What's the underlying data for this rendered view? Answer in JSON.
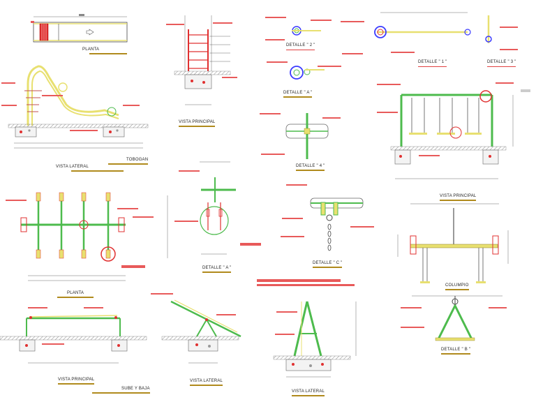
{
  "colors": {
    "steel": "#4dbb4d",
    "steel_dark": "#2e8a2e",
    "yellow": "#e8e070",
    "red": "#e03030",
    "note_red": "#e85a5a",
    "dim": "#444444",
    "footing": "#666666",
    "circle_blue": "#3a3aff",
    "gold": "#b08a1c",
    "ground": "#9a9a9a"
  },
  "labels": {
    "planta_top": "PLANTA",
    "vista_lateral_tobogan": "VISTA LATERAL",
    "tobogan": "TOBOGAN",
    "vista_principal_ladder": "VISTA PRINCIPAL",
    "detalle_2": "DETALLE \" 2 \"",
    "detalle_1": "DETALLE \" 1 \"",
    "detalle_3": "DETALLE \" 3 \"",
    "detalle_a_top": "DETALLE \" A \"",
    "detalle_4": "DETALLE \" 4 \"",
    "vista_principal_swing": "VISTA PRINCIPAL",
    "planta_bottom": "PLANTA",
    "detalle_a_mid": "DETALLE \" A \"",
    "detalle_c": "DETALLE \" C \"",
    "columpio": "COLUMPIO",
    "vista_principal_seesaw": "VISTA PRINCIPAL",
    "sube_y_baja": "SUBE Y BAJA",
    "vista_lateral_seesaw": "VISTA LATERAL",
    "vista_lateral_aframe": "VISTA LATERAL",
    "detalle_b": "DETALLE \" B \""
  }
}
